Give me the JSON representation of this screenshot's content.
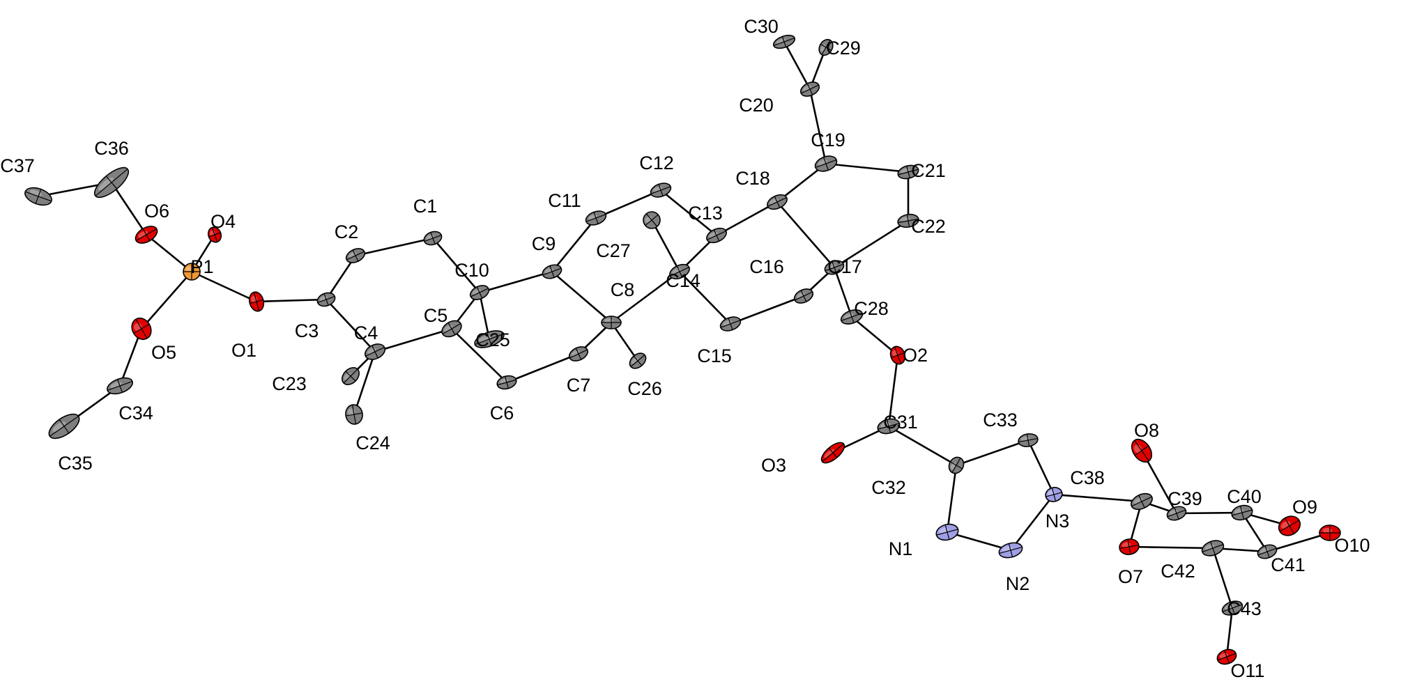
{
  "colors": {
    "C": "#7f7f7f",
    "O": "#e00000",
    "N": "#9f9fe6",
    "P": "#ee9933"
  },
  "atoms": [
    {
      "id": "C1",
      "el": "C"
    },
    {
      "id": "C2",
      "el": "C"
    },
    {
      "id": "C3",
      "el": "C"
    },
    {
      "id": "C4",
      "el": "C"
    },
    {
      "id": "C5",
      "el": "C"
    },
    {
      "id": "C6",
      "el": "C"
    },
    {
      "id": "C7",
      "el": "C"
    },
    {
      "id": "C8",
      "el": "C"
    },
    {
      "id": "C9",
      "el": "C"
    },
    {
      "id": "C10",
      "el": "C"
    },
    {
      "id": "C11",
      "el": "C"
    },
    {
      "id": "C12",
      "el": "C"
    },
    {
      "id": "C13",
      "el": "C"
    },
    {
      "id": "C14",
      "el": "C"
    },
    {
      "id": "C15",
      "el": "C"
    },
    {
      "id": "C16",
      "el": "C"
    },
    {
      "id": "C17",
      "el": "C"
    },
    {
      "id": "C18",
      "el": "C"
    },
    {
      "id": "C19",
      "el": "C"
    },
    {
      "id": "C20",
      "el": "C"
    },
    {
      "id": "C21",
      "el": "C"
    },
    {
      "id": "C22",
      "el": "C"
    },
    {
      "id": "C23",
      "el": "C"
    },
    {
      "id": "C24",
      "el": "C"
    },
    {
      "id": "C25",
      "el": "C"
    },
    {
      "id": "C26",
      "el": "C"
    },
    {
      "id": "C27",
      "el": "C"
    },
    {
      "id": "C28",
      "el": "C"
    },
    {
      "id": "C29",
      "el": "C"
    },
    {
      "id": "C30",
      "el": "C"
    },
    {
      "id": "C31",
      "el": "C"
    },
    {
      "id": "C32",
      "el": "C"
    },
    {
      "id": "C33",
      "el": "C"
    },
    {
      "id": "C34",
      "el": "C"
    },
    {
      "id": "C35",
      "el": "C"
    },
    {
      "id": "C36",
      "el": "C"
    },
    {
      "id": "C37",
      "el": "C"
    },
    {
      "id": "C38",
      "el": "C"
    },
    {
      "id": "C39",
      "el": "C"
    },
    {
      "id": "C40",
      "el": "C"
    },
    {
      "id": "C41",
      "el": "C"
    },
    {
      "id": "C42",
      "el": "C"
    },
    {
      "id": "C43",
      "el": "C"
    },
    {
      "id": "O1",
      "el": "O"
    },
    {
      "id": "O2",
      "el": "O"
    },
    {
      "id": "O3",
      "el": "O"
    },
    {
      "id": "O4",
      "el": "O"
    },
    {
      "id": "O5",
      "el": "O"
    },
    {
      "id": "O6",
      "el": "O"
    },
    {
      "id": "O7",
      "el": "O"
    },
    {
      "id": "O8",
      "el": "O"
    },
    {
      "id": "O9",
      "el": "O"
    },
    {
      "id": "O10",
      "el": "O"
    },
    {
      "id": "O11",
      "el": "O"
    },
    {
      "id": "N1",
      "el": "N"
    },
    {
      "id": "N2",
      "el": "N"
    },
    {
      "id": "N3",
      "el": "N"
    },
    {
      "id": "P1",
      "el": "P"
    }
  ],
  "bonds": [
    [
      "C37",
      "C36"
    ],
    [
      "C36",
      "O6"
    ],
    [
      "O6",
      "P1"
    ],
    [
      "O4",
      "P1"
    ],
    [
      "P1",
      "O5"
    ],
    [
      "O5",
      "C34"
    ],
    [
      "C34",
      "C35"
    ],
    [
      "P1",
      "O1"
    ],
    [
      "O1",
      "C3"
    ],
    [
      "C3",
      "C2"
    ],
    [
      "C2",
      "C1"
    ],
    [
      "C1",
      "C10"
    ],
    [
      "C10",
      "C5"
    ],
    [
      "C5",
      "C4"
    ],
    [
      "C4",
      "C3"
    ],
    [
      "C4",
      "C23"
    ],
    [
      "C4",
      "C24"
    ],
    [
      "C10",
      "C25"
    ],
    [
      "C5",
      "C6"
    ],
    [
      "C6",
      "C7"
    ],
    [
      "C7",
      "C8"
    ],
    [
      "C8",
      "C9"
    ],
    [
      "C9",
      "C10"
    ],
    [
      "C9",
      "C11"
    ],
    [
      "C11",
      "C12"
    ],
    [
      "C12",
      "C13"
    ],
    [
      "C13",
      "C14"
    ],
    [
      "C14",
      "C8"
    ],
    [
      "C8",
      "C26"
    ],
    [
      "C14",
      "C27"
    ],
    [
      "C14",
      "C15"
    ],
    [
      "C15",
      "C16"
    ],
    [
      "C16",
      "C17"
    ],
    [
      "C17",
      "C18"
    ],
    [
      "C18",
      "C13"
    ],
    [
      "C18",
      "C19"
    ],
    [
      "C19",
      "C20"
    ],
    [
      "C20",
      "C30"
    ],
    [
      "C20",
      "C29"
    ],
    [
      "C19",
      "C21"
    ],
    [
      "C21",
      "C22"
    ],
    [
      "C22",
      "C17"
    ],
    [
      "C17",
      "C28"
    ],
    [
      "C28",
      "O2"
    ],
    [
      "O2",
      "C31"
    ],
    [
      "C31",
      "O3"
    ],
    [
      "C31",
      "C32"
    ],
    [
      "C32",
      "C33"
    ],
    [
      "C33",
      "N3"
    ],
    [
      "N3",
      "N2"
    ],
    [
      "N2",
      "N1"
    ],
    [
      "N1",
      "C32"
    ],
    [
      "N3",
      "C38"
    ],
    [
      "C38",
      "O7"
    ],
    [
      "C38",
      "C39"
    ],
    [
      "C39",
      "O8"
    ],
    [
      "C39",
      "C40"
    ],
    [
      "C40",
      "O9"
    ],
    [
      "C40",
      "C41"
    ],
    [
      "C41",
      "O10"
    ],
    [
      "C41",
      "C42"
    ],
    [
      "C42",
      "O7"
    ],
    [
      "C42",
      "C43"
    ],
    [
      "C43",
      "O11"
    ]
  ]
}
